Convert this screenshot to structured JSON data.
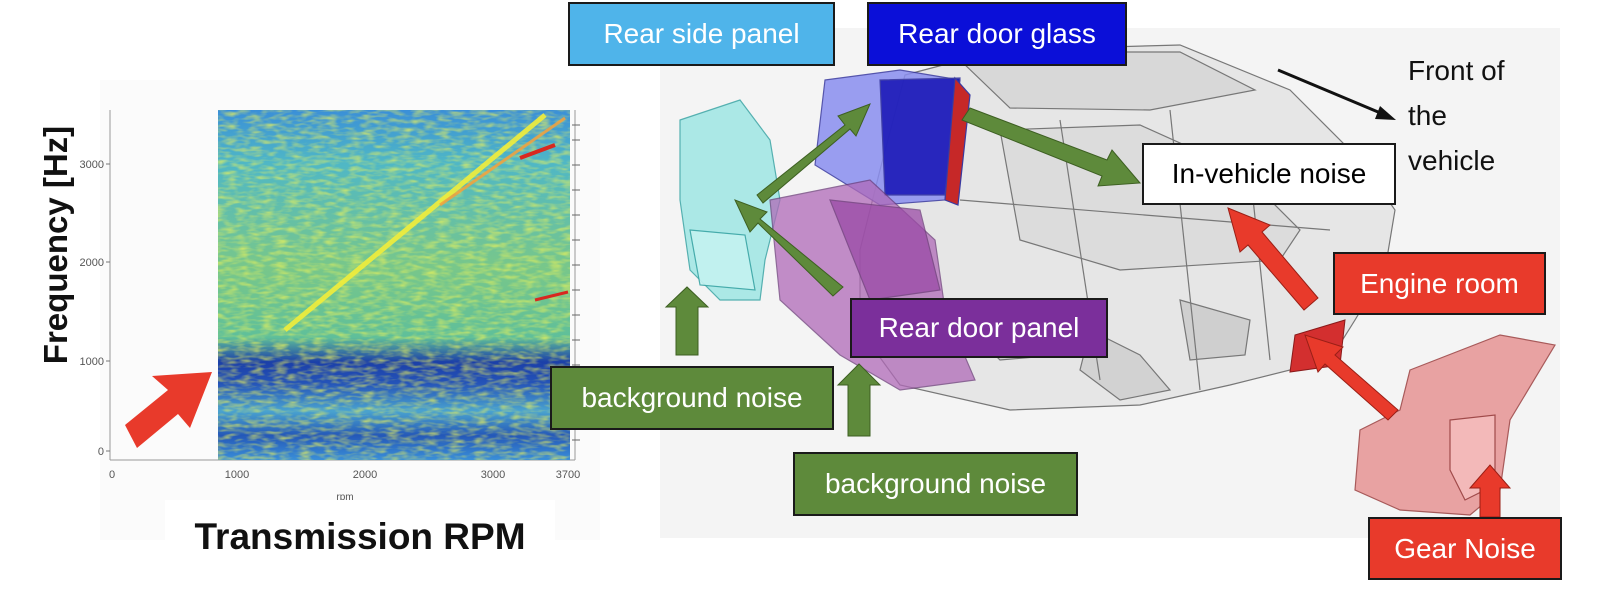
{
  "spectrogram": {
    "y_axis_label": "Frequency [Hz]",
    "x_axis_label": "Transmission RPM",
    "x_unit_small": "rpm",
    "y_ticks": [
      "0",
      "1000",
      "2000",
      "3000"
    ],
    "x_ticks": [
      "0",
      "1000",
      "2000",
      "3000",
      "3700"
    ]
  },
  "labels": {
    "rear_side_panel": "Rear side panel",
    "rear_door_glass": "Rear door glass",
    "in_vehicle_noise": "In-vehicle noise",
    "engine_room": "Engine room",
    "rear_door_panel": "Rear door panel",
    "background_noise_1": "background noise",
    "background_noise_2": "background noise",
    "gear_noise": "Gear Noise"
  },
  "front_of_vehicle": [
    "Front of",
    "the",
    "vehicle"
  ],
  "colors": {
    "blue_label": "#4fb4ea",
    "glass_label": "#0b0fd8",
    "red_label": "#e83a2b",
    "purple_label": "#7b2f9b",
    "green_label": "#5e8a3b",
    "green_arrow": "#5e8a3b",
    "red_arrow": "#e83a2b"
  }
}
